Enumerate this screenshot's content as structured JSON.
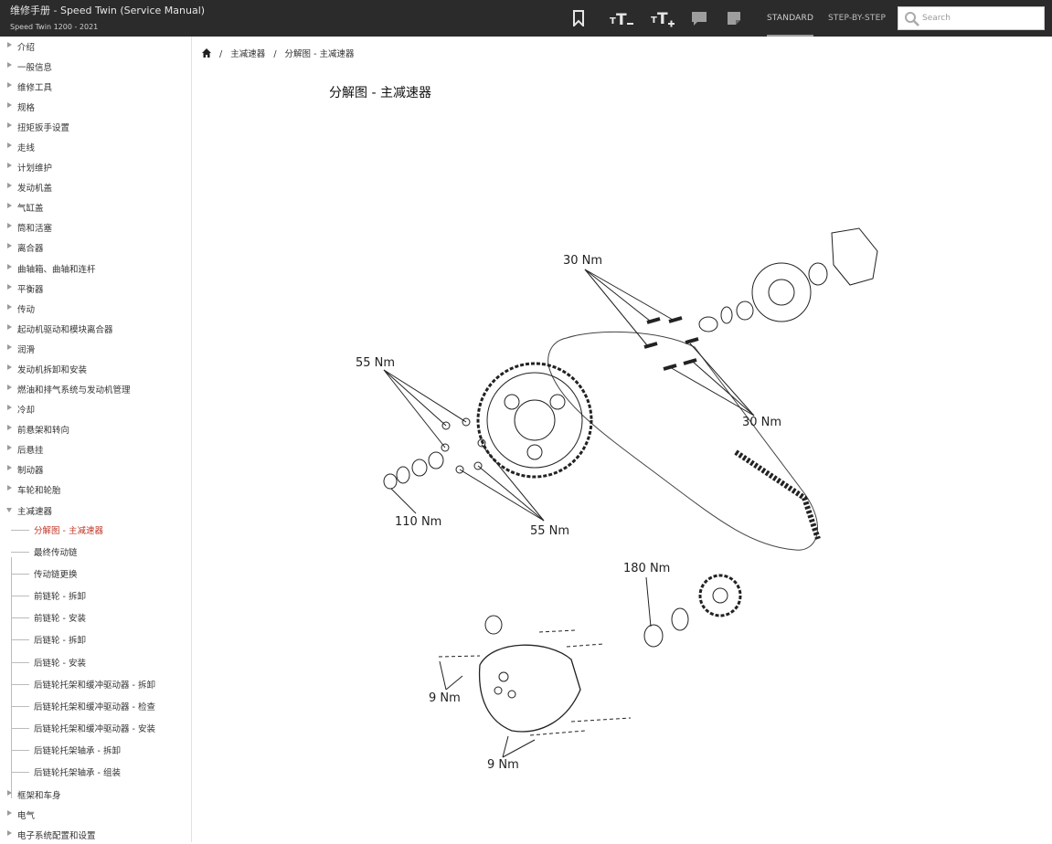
{
  "header": {
    "title": "维修手册 - Speed Twin (Service Manual)",
    "subtitle": "Speed Twin 1200 - 2021",
    "icons": [
      "bookmark-icon",
      "text-decrease-icon",
      "text-increase-icon",
      "comment-icon",
      "note-icon"
    ],
    "mode_tabs": [
      "STANDARD",
      "STEP-BY-STEP"
    ],
    "active_mode": "STANDARD",
    "search_placeholder": "Search"
  },
  "sidebar": {
    "items": [
      {
        "label": "介绍"
      },
      {
        "label": "一般信息"
      },
      {
        "label": "维修工具"
      },
      {
        "label": "规格"
      },
      {
        "label": "扭矩扳手设置"
      },
      {
        "label": "走线"
      },
      {
        "label": "计划维护"
      },
      {
        "label": "发动机盖"
      },
      {
        "label": "气缸盖"
      },
      {
        "label": "筒和活塞"
      },
      {
        "label": "离合器"
      },
      {
        "label": "曲轴箱、曲轴和连杆"
      },
      {
        "label": "平衡器"
      },
      {
        "label": "传动"
      },
      {
        "label": "起动机驱动和模块离合器"
      },
      {
        "label": "润滑"
      },
      {
        "label": "发动机拆卸和安装"
      },
      {
        "label": "燃油和排气系统与发动机管理"
      },
      {
        "label": "冷却"
      },
      {
        "label": "前悬架和转向"
      },
      {
        "label": "后悬挂"
      },
      {
        "label": "制动器"
      },
      {
        "label": "车轮和轮胎"
      },
      {
        "label": "主减速器"
      }
    ],
    "expanded_children": [
      {
        "label": "分解图 - 主减速器"
      },
      {
        "label": "最终传动链"
      },
      {
        "label": "传动链更换"
      },
      {
        "label": "前链轮 - 拆卸"
      },
      {
        "label": "前链轮 - 安装"
      },
      {
        "label": "后链轮 - 拆卸"
      },
      {
        "label": "后链轮 - 安装"
      },
      {
        "label": "后链轮托架和缓冲驱动器 - 拆卸"
      },
      {
        "label": "后链轮托架和缓冲驱动器 - 检查"
      },
      {
        "label": "后链轮托架和缓冲驱动器 - 安装"
      },
      {
        "label": "后链轮托架轴承 - 拆卸"
      },
      {
        "label": "后链轮托架轴承 - 组装"
      }
    ],
    "after_items": [
      {
        "label": "框架和车身"
      },
      {
        "label": "电气"
      },
      {
        "label": "电子系统配置和设置"
      }
    ],
    "active_child": "分解图 - 主减速器"
  },
  "breadcrumb": {
    "home_icon": "home-icon",
    "items": [
      "主减速器",
      "分解图 - 主减速器"
    ],
    "separator": "/"
  },
  "main": {
    "title": "分解图 - 主减速器",
    "torque_labels": [
      "30 Nm",
      "55 Nm",
      "30 Nm",
      "110 Nm",
      "55 Nm",
      "180 Nm",
      "9 Nm",
      "9 Nm"
    ]
  },
  "colors": {
    "topbar": "#2b2b2b",
    "active_link": "#c0392b"
  }
}
